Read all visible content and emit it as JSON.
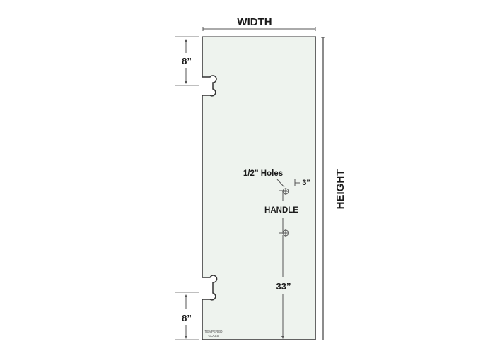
{
  "diagram": {
    "width_label": "WIDTH",
    "height_label": "HEIGHT",
    "top_hinge_offset": "8”",
    "bottom_hinge_offset": "8”",
    "holes_label": "1/2” Holes",
    "hole_inset": "3”",
    "handle_label": "HANDLE",
    "handle_height": "33”",
    "stamp_line1": "TEMPERED",
    "stamp_line2": "GLASS",
    "glass_color": "#eef3ee",
    "outline_color": "#333333"
  }
}
